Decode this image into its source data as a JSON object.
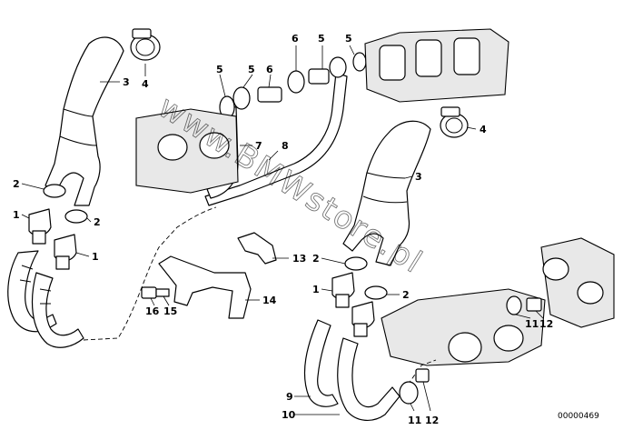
{
  "callouts": {
    "c1": "1",
    "c2": "2",
    "c3": "3",
    "c4": "4",
    "c5": "5",
    "c6": "6",
    "c7": "7",
    "c8": "8",
    "c9": "9",
    "c10": "10",
    "c11": "11",
    "c12": "12",
    "c13": "13",
    "c14": "14",
    "c15": "15",
    "c16": "16"
  },
  "watermark": "www.BMWstore.pl",
  "document_id": "00000469"
}
